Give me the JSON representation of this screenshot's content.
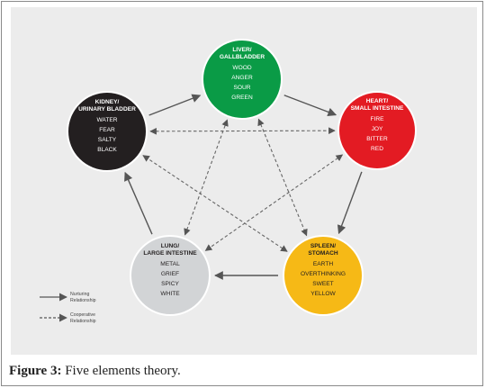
{
  "elements": {
    "liver": {
      "title": [
        "LIVER/",
        "GALLBLADDER"
      ],
      "items": [
        "WOOD",
        "ANGER",
        "SOUR",
        "GREEN"
      ],
      "color": "#0a9b46",
      "text_color": "#ffffff"
    },
    "heart": {
      "title": [
        "HEART/",
        "SMALL INTESTINE"
      ],
      "items": [
        "FIRE",
        "JOY",
        "BITTER",
        "RED"
      ],
      "color": "#e31b23",
      "text_color": "#ffffff"
    },
    "spleen": {
      "title": [
        "SPLEEN/",
        "STOMACH"
      ],
      "items": [
        "EARTH",
        "OVERTHINKING",
        "SWEET",
        "YELLOW"
      ],
      "color": "#f6b916",
      "text_color": "#231f20"
    },
    "lung": {
      "title": [
        "LUNG/",
        "LARGE INTESTINE"
      ],
      "items": [
        "METAL",
        "GRIEF",
        "SPICY",
        "WHITE"
      ],
      "color": "#d2d4d6",
      "text_color": "#231f20"
    },
    "kidney": {
      "title": [
        "KIDNEY/",
        "URINARY BLADDER"
      ],
      "items": [
        "WATER",
        "FEAR",
        "SALTY",
        "BLACK"
      ],
      "color": "#231f20",
      "text_color": "#ffffff"
    }
  },
  "nurturing_cycle": [
    "kidney",
    "liver",
    "heart",
    "spleen",
    "lung"
  ],
  "cooperative_links": [
    [
      "kidney",
      "heart"
    ],
    [
      "heart",
      "lung"
    ],
    [
      "lung",
      "liver"
    ],
    [
      "liver",
      "spleen"
    ],
    [
      "spleen",
      "kidney"
    ]
  ],
  "legend": {
    "nurturing": [
      "Nurturing",
      "Relationship"
    ],
    "cooperative": [
      "Cooperative",
      "Relationship"
    ]
  },
  "caption": {
    "label": "Figure 3:",
    "text": "Five elements theory."
  }
}
